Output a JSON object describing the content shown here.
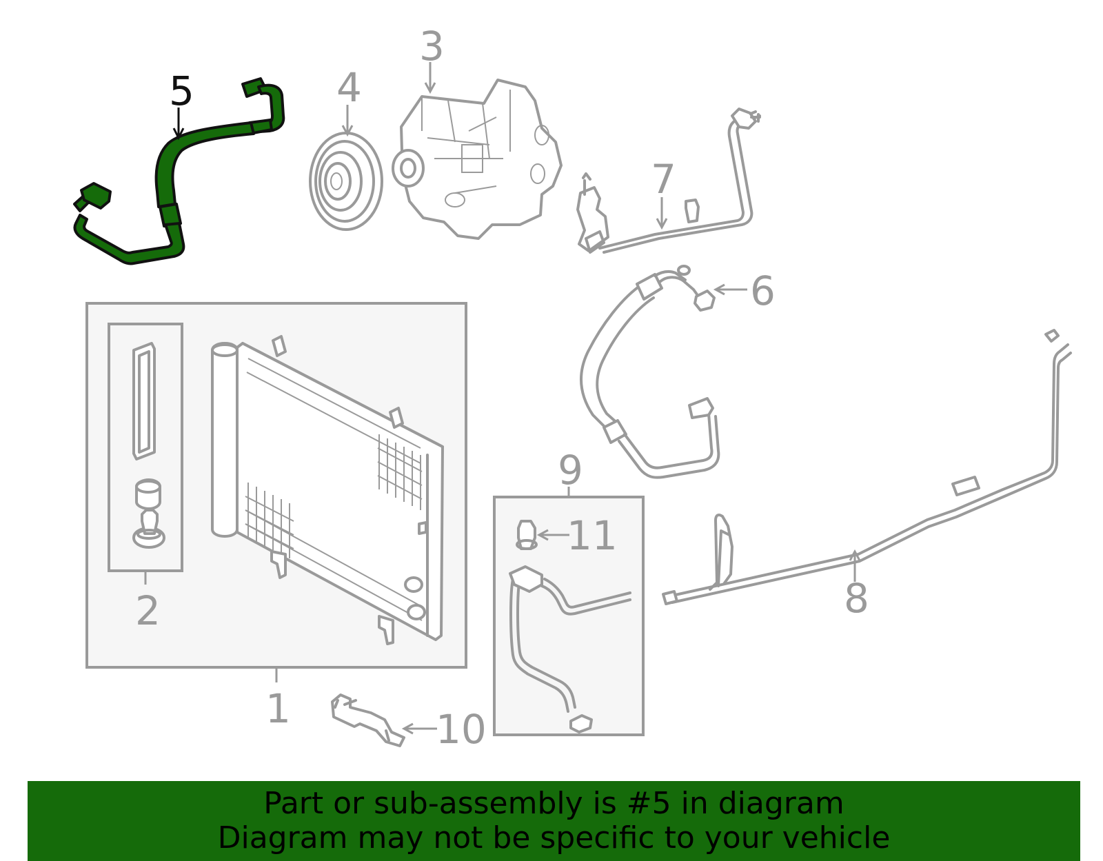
{
  "diagram": {
    "callouts": [
      {
        "label": "1"
      },
      {
        "label": "2"
      },
      {
        "label": "3"
      },
      {
        "label": "4"
      },
      {
        "label": "5"
      },
      {
        "label": "6"
      },
      {
        "label": "7"
      },
      {
        "label": "8"
      },
      {
        "label": "9"
      },
      {
        "label": "10"
      },
      {
        "label": "11"
      }
    ],
    "highlighted_part": "5",
    "colors": {
      "highlight": "#156b0a",
      "part_line": "#9a9a9a",
      "box_fill": "#f6f6f6",
      "banner": "#156b0a"
    }
  },
  "banner": {
    "line1": "Part or sub-assembly is #5 in diagram",
    "line2": "Diagram may not be specific to your vehicle"
  }
}
